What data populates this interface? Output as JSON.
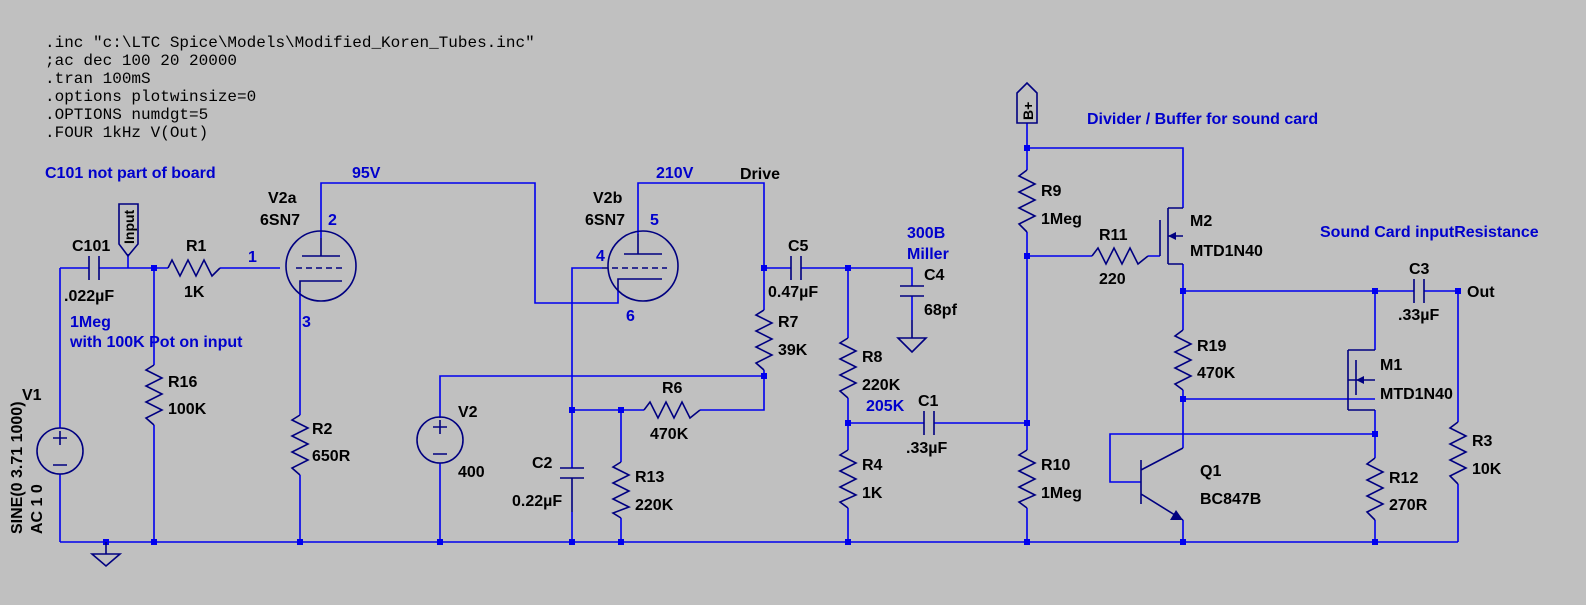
{
  "directives": [
    ".inc \"c:\\LTC Spice\\Models\\Modified_Koren_Tubes.inc\"",
    ";ac dec 100 20 20000",
    ".tran 100mS",
    ".options plotwinsize=0",
    ".OPTIONS numdgt=5",
    ".FOUR 1kHz V(Out)"
  ],
  "notes": {
    "c101": "C101 not part of board",
    "divider": "Divider / Buffer for sound card",
    "soundcard": "Sound Card inputResistance",
    "miller1": "300B",
    "miller2": "Miller",
    "pot1": "1Meg",
    "pot2": "with 100K Pot on input"
  },
  "nets": {
    "v95": "95V",
    "v210": "210V",
    "v205": "205K",
    "drive": "Drive",
    "input": "Input",
    "bplus": "B+",
    "out": "Out"
  },
  "pins": {
    "p1": "1",
    "p2": "2",
    "p3": "3",
    "p4": "4",
    "p5": "5",
    "p6": "6"
  },
  "components": {
    "c101": {
      "name": "C101",
      "value": ".022µF"
    },
    "r1": {
      "name": "R1",
      "value": "1K"
    },
    "v2a": {
      "name": "V2a",
      "value": "6SN7"
    },
    "v2b": {
      "name": "V2b",
      "value": "6SN7"
    },
    "r16": {
      "name": "R16",
      "value": "100K"
    },
    "r2": {
      "name": "R2",
      "value": "650R"
    },
    "v1": {
      "name": "V1",
      "value": "SINE(0 3.71 1000)",
      "value2": "AC 1 0"
    },
    "v2": {
      "name": "V2",
      "value": "400"
    },
    "c2": {
      "name": "C2",
      "value": "0.22µF"
    },
    "r13": {
      "name": "R13",
      "value": "220K"
    },
    "r6": {
      "name": "R6",
      "value": "470K"
    },
    "c5": {
      "name": "C5",
      "value": "0.47µF"
    },
    "r7": {
      "name": "R7",
      "value": "39K"
    },
    "r8": {
      "name": "R8",
      "value": "220K"
    },
    "r4": {
      "name": "R4",
      "value": "1K"
    },
    "c4": {
      "name": "C4",
      "value": "68pf"
    },
    "c1": {
      "name": "C1",
      "value": ".33µF"
    },
    "r9": {
      "name": "R9",
      "value": "1Meg"
    },
    "r10": {
      "name": "R10",
      "value": "1Meg"
    },
    "r11": {
      "name": "R11",
      "value": "220"
    },
    "m2": {
      "name": "M2",
      "value": "MTD1N40"
    },
    "r19": {
      "name": "R19",
      "value": "470K"
    },
    "m1": {
      "name": "M1",
      "value": "MTD1N40"
    },
    "q1": {
      "name": "Q1",
      "value": "BC847B"
    },
    "r12": {
      "name": "R12",
      "value": "270R"
    },
    "c3": {
      "name": "C3",
      "value": ".33µF"
    },
    "r3": {
      "name": "R3",
      "value": "10K"
    }
  },
  "colors": {
    "background": "#c0c0c0",
    "wire": "#0000ee",
    "component": "#000080",
    "net_label": "#0000cc"
  }
}
